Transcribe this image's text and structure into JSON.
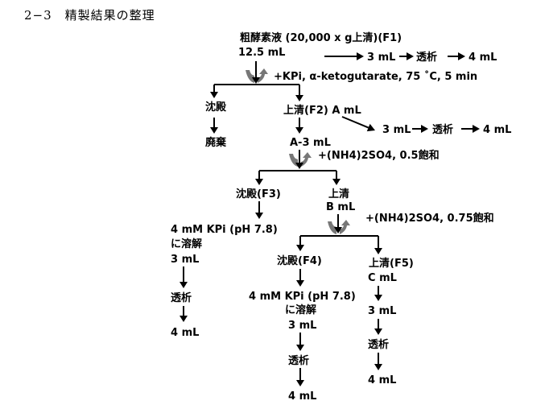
{
  "page": {
    "heading": "2−3　精製結果の整理"
  },
  "steps": {
    "f1_line": "粗酵素液 (20,000 x g上清)(F1)",
    "f1_volume": "12.5 mL",
    "f1_dialysis_in": "3 mL",
    "f1_dialysis": "透析",
    "f1_dialysis_out": "4 mL",
    "add1": "+KPi, α-ketogutarate, 75 ˚C, 5 min",
    "ppt1": "沈殿",
    "discard": "廃棄",
    "f2_sup": "上清(F2) A mL",
    "f2_dialysis_in": "3 mL",
    "f2_dialysis": "透析",
    "f2_dialysis_out": "4 mL",
    "f2_remaining": "A-3 mL",
    "add2": "+(NH4)2SO4, 0.5飽和",
    "f3_ppt": "沈殿(F3)",
    "f3_dissolve_1": "4 mM KPi (pH 7.8)",
    "f3_dissolve_2": "に溶解",
    "f3_volume": "3 mL",
    "f3_dialysis": "透析",
    "f3_out": "4 mL",
    "sup2": "上清",
    "sup2_volume": "B mL",
    "add3": "+(NH4)2SO4, 0.75飽和",
    "f4_ppt": "沈殿(F4)",
    "f4_dissolve_1": "4 mM KPi (pH 7.8)",
    "f4_dissolve_2": "に溶解",
    "f4_volume": "3 mL",
    "f4_dialysis": "透析",
    "f4_out": "4 mL",
    "f5_sup": "上清(F5)",
    "f5_volume": "C mL",
    "f5_in": "3 mL",
    "f5_dialysis": "透析",
    "f5_out": "4 mL"
  },
  "colors": {
    "text": "#000000",
    "centrifuge_icon": "#777777"
  },
  "icons": [
    "centrifuge-icon",
    "arrow-down-icon",
    "arrow-right-icon"
  ]
}
